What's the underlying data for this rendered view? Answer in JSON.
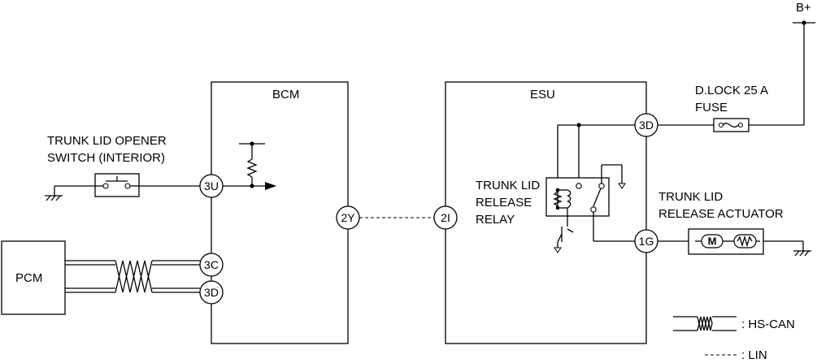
{
  "labels": {
    "b_plus": "B+",
    "bcm": "BCM",
    "esu": "ESU",
    "pcm": "PCM",
    "fuse_line1": "D.LOCK 25 A",
    "fuse_line2": "FUSE",
    "switch_line1": "TRUNK LID OPENER",
    "switch_line2": "SWITCH  (INTERIOR)",
    "relay_line1": "TRUNK LID",
    "relay_line2": "RELEASE",
    "relay_line3": "RELAY",
    "actuator_line1": "TRUNK LID",
    "actuator_line2": "RELEASE ACTUATOR",
    "motor": "M"
  },
  "terminals": {
    "bcm_3u": "3U",
    "bcm_3c": "3C",
    "bcm_3d": "3D",
    "bcm_2y": "2Y",
    "esu_2i": "2I",
    "esu_3d": "3D",
    "esu_1g": "1G"
  },
  "legend": {
    "hs_can": ": HS-CAN",
    "lin": ": LIN"
  }
}
